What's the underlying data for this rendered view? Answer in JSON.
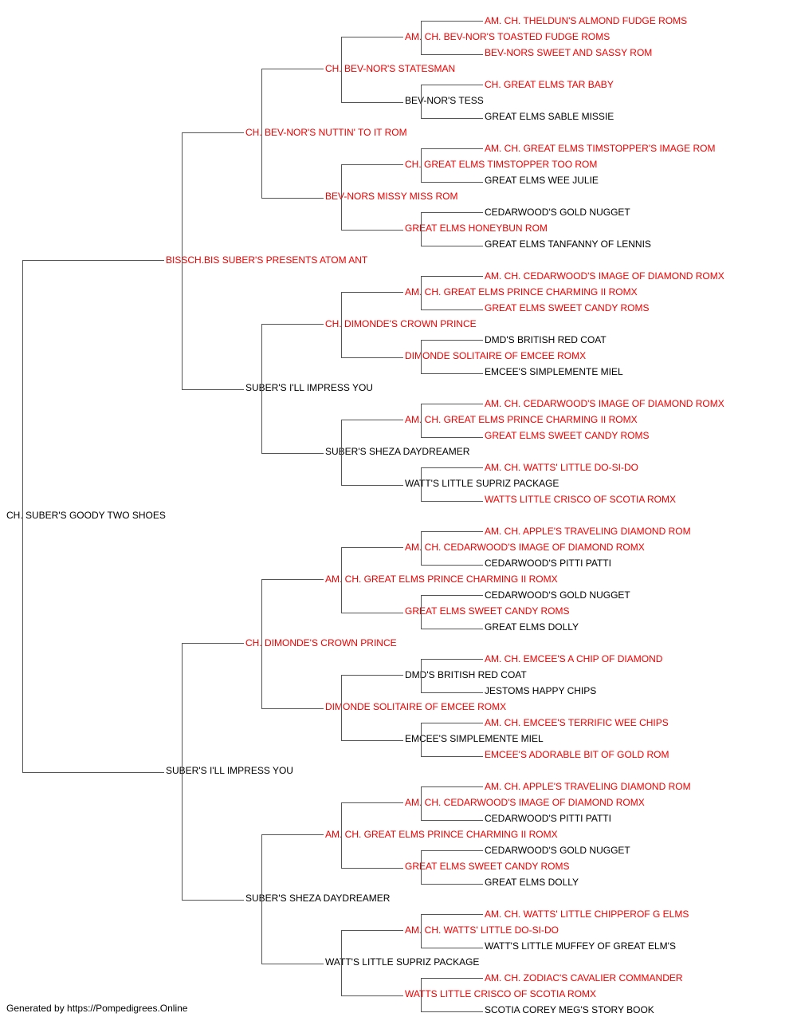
{
  "colors": {
    "titled": "#ee0000",
    "plain": "#000000",
    "line": "#555555"
  },
  "pedigree": {
    "name": "CH. SUBER'S GOODY TWO SHOES",
    "titled": false,
    "sire": {
      "name": "BISSCH.BIS SUBER'S PRESENTS ATOM ANT",
      "titled": true,
      "sire": {
        "name": "CH. BEV-NOR'S NUTTIN' TO IT ROM",
        "titled": true,
        "sire": {
          "name": "CH. BEV-NOR'S STATESMAN",
          "titled": true,
          "sire": {
            "name": "AM. CH. BEV-NOR'S TOASTED FUDGE ROMS",
            "titled": true,
            "sire": {
              "name": "AM. CH. THELDUN'S ALMOND FUDGE ROMS",
              "titled": true
            },
            "dam": {
              "name": "BEV-NORS SWEET AND SASSY ROM",
              "titled": true
            }
          },
          "dam": {
            "name": "BEV-NOR'S TESS",
            "titled": false,
            "sire": {
              "name": "CH. GREAT ELMS TAR BABY",
              "titled": true
            },
            "dam": {
              "name": "GREAT ELMS SABLE MISSIE",
              "titled": false
            }
          }
        },
        "dam": {
          "name": "BEV-NORS MISSY MISS ROM",
          "titled": true,
          "sire": {
            "name": "CH. GREAT ELMS TIMSTOPPER TOO ROM",
            "titled": true,
            "sire": {
              "name": "AM. CH. GREAT ELMS TIMSTOPPER'S IMAGE ROM",
              "titled": true
            },
            "dam": {
              "name": "GREAT ELMS WEE JULIE",
              "titled": false
            }
          },
          "dam": {
            "name": "GREAT ELMS HONEYBUN ROM",
            "titled": true,
            "sire": {
              "name": "CEDARWOOD'S GOLD NUGGET",
              "titled": false
            },
            "dam": {
              "name": "GREAT ELMS TANFANNY OF LENNIS",
              "titled": false
            }
          }
        }
      },
      "dam": {
        "name": "SUBER'S I'LL IMPRESS YOU",
        "titled": false,
        "sire": {
          "name": "CH. DIMONDE'S CROWN PRINCE",
          "titled": true,
          "sire": {
            "name": "AM. CH. GREAT ELMS PRINCE CHARMING II ROMX",
            "titled": true,
            "sire": {
              "name": "AM. CH. CEDARWOOD'S IMAGE OF DIAMOND ROMX",
              "titled": true
            },
            "dam": {
              "name": "GREAT ELMS SWEET CANDY ROMS",
              "titled": true
            }
          },
          "dam": {
            "name": "DIMONDE SOLITAIRE OF EMCEE ROMX",
            "titled": true,
            "sire": {
              "name": "DMD'S BRITISH RED COAT",
              "titled": false
            },
            "dam": {
              "name": "EMCEE'S SIMPLEMENTE MIEL",
              "titled": false
            }
          }
        },
        "dam": {
          "name": "SUBER'S SHEZA DAYDREAMER",
          "titled": false,
          "sire": {
            "name": "AM. CH. GREAT ELMS PRINCE CHARMING II ROMX",
            "titled": true,
            "sire": {
              "name": "AM. CH. CEDARWOOD'S IMAGE OF DIAMOND ROMX",
              "titled": true
            },
            "dam": {
              "name": "GREAT ELMS SWEET CANDY ROMS",
              "titled": true
            }
          },
          "dam": {
            "name": "WATT'S LITTLE SUPRIZ PACKAGE",
            "titled": false,
            "sire": {
              "name": "AM. CH. WATTS' LITTLE DO-SI-DO",
              "titled": true
            },
            "dam": {
              "name": "WATTS LITTLE CRISCO OF SCOTIA ROMX",
              "titled": true
            }
          }
        }
      }
    },
    "dam": {
      "name": "SUBER'S I'LL IMPRESS YOU",
      "titled": false,
      "sire": {
        "name": "CH. DIMONDE'S CROWN PRINCE",
        "titled": true,
        "sire": {
          "name": "AM. CH. GREAT ELMS PRINCE CHARMING II ROMX",
          "titled": true,
          "sire": {
            "name": "AM. CH. CEDARWOOD'S IMAGE OF DIAMOND ROMX",
            "titled": true,
            "sire": {
              "name": "AM. CH. APPLE'S TRAVELING DIAMOND ROM",
              "titled": true
            },
            "dam": {
              "name": "CEDARWOOD'S PITTI PATTI",
              "titled": false
            }
          },
          "dam": {
            "name": "GREAT ELMS SWEET CANDY ROMS",
            "titled": true,
            "sire": {
              "name": "CEDARWOOD'S GOLD NUGGET",
              "titled": false
            },
            "dam": {
              "name": "GREAT ELMS DOLLY",
              "titled": false
            }
          }
        },
        "dam": {
          "name": "DIMONDE SOLITAIRE OF EMCEE ROMX",
          "titled": true,
          "sire": {
            "name": "DMD'S BRITISH RED COAT",
            "titled": false,
            "sire": {
              "name": "AM. CH. EMCEE'S A CHIP OF DIAMOND",
              "titled": true
            },
            "dam": {
              "name": "JESTOMS HAPPY CHIPS",
              "titled": false
            }
          },
          "dam": {
            "name": "EMCEE'S SIMPLEMENTE MIEL",
            "titled": false,
            "sire": {
              "name": "AM. CH. EMCEE'S TERRIFIC WEE CHIPS",
              "titled": true
            },
            "dam": {
              "name": "EMCEE'S ADORABLE BIT OF GOLD ROM",
              "titled": true
            }
          }
        }
      },
      "dam": {
        "name": "SUBER'S SHEZA DAYDREAMER",
        "titled": false,
        "sire": {
          "name": "AM. CH. GREAT ELMS PRINCE CHARMING II ROMX",
          "titled": true,
          "sire": {
            "name": "AM. CH. CEDARWOOD'S IMAGE OF DIAMOND ROMX",
            "titled": true,
            "sire": {
              "name": "AM. CH. APPLE'S TRAVELING DIAMOND ROM",
              "titled": true
            },
            "dam": {
              "name": "CEDARWOOD'S PITTI PATTI",
              "titled": false
            }
          },
          "dam": {
            "name": "GREAT ELMS SWEET CANDY ROMS",
            "titled": true,
            "sire": {
              "name": "CEDARWOOD'S GOLD NUGGET",
              "titled": false
            },
            "dam": {
              "name": "GREAT ELMS DOLLY",
              "titled": false
            }
          }
        },
        "dam": {
          "name": "WATT'S LITTLE SUPRIZ PACKAGE",
          "titled": false,
          "sire": {
            "name": "AM. CH. WATTS' LITTLE DO-SI-DO",
            "titled": true,
            "sire": {
              "name": "AM. CH. WATTS' LITTLE CHIPPEROF G ELMS",
              "titled": true
            },
            "dam": {
              "name": "WATT'S LITTLE MUFFEY OF GREAT ELM'S",
              "titled": false
            }
          },
          "dam": {
            "name": "WATTS LITTLE CRISCO OF SCOTIA ROMX",
            "titled": true,
            "sire": {
              "name": "AM. CH. ZODIAC'S CAVALIER COMMANDER",
              "titled": true
            },
            "dam": {
              "name": "SCOTIA COREY MEG'S STORY BOOK",
              "titled": false
            }
          }
        }
      }
    }
  },
  "footer": {
    "text": "Generated by https://Pompedigrees.Online"
  }
}
